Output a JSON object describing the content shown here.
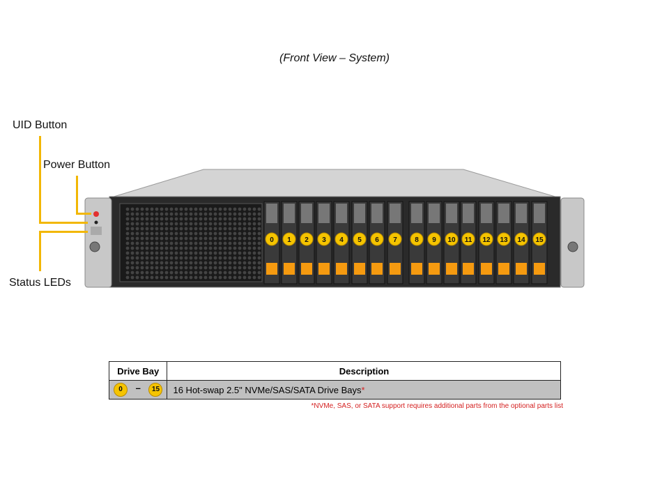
{
  "caption": "(Front View – System)",
  "callouts": {
    "uid": "UID Button",
    "power": "Power Button",
    "status": "Status LEDs"
  },
  "bays": [
    "0",
    "1",
    "2",
    "3",
    "4",
    "5",
    "6",
    "7",
    "8",
    "9",
    "10",
    "11",
    "12",
    "13",
    "14",
    "15"
  ],
  "table": {
    "headers": [
      "Drive Bay",
      "Description"
    ],
    "row": {
      "from": "0",
      "dash": "–",
      "to": "15",
      "description": "16 Hot-swap 2.5\" NVMe/SAS/SATA Drive Bays",
      "asterisk": "*"
    }
  },
  "footnote": "*NVMe, SAS, or SATA support requires additional parts from the optional parts list",
  "colors": {
    "callout": "#f2b705",
    "bay_badge": "#f5c400",
    "latch": "#f59a10",
    "footnote": "#d42020"
  }
}
